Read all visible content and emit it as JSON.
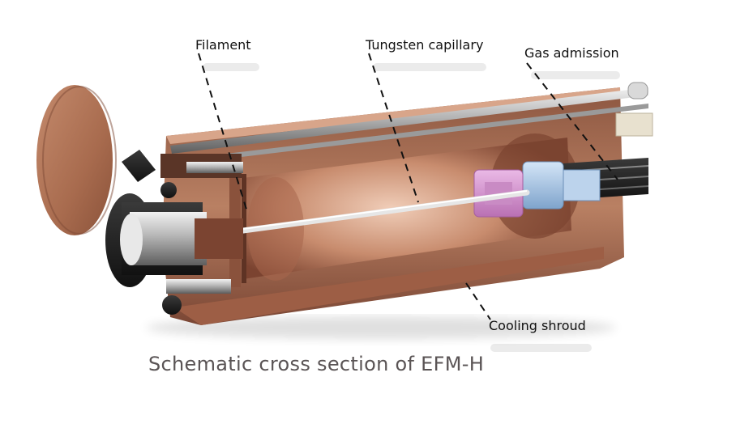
{
  "labels": {
    "filament": "Filament",
    "tungsten_capillary": "Tungsten capillary",
    "gas_admission": "Gas admission",
    "cooling_shroud": "Cooling shroud"
  },
  "caption": "Schematic cross section of EFM-H",
  "colors": {
    "copper": "#b97b5d",
    "copper_dark": "#6e3f2c",
    "copper_light": "#d9a88e",
    "steel": "#c9c9c9",
    "pink_insulator": "#d79bd3",
    "blue_insulator": "#a9c6e6",
    "caption_text": "#5a5455"
  }
}
